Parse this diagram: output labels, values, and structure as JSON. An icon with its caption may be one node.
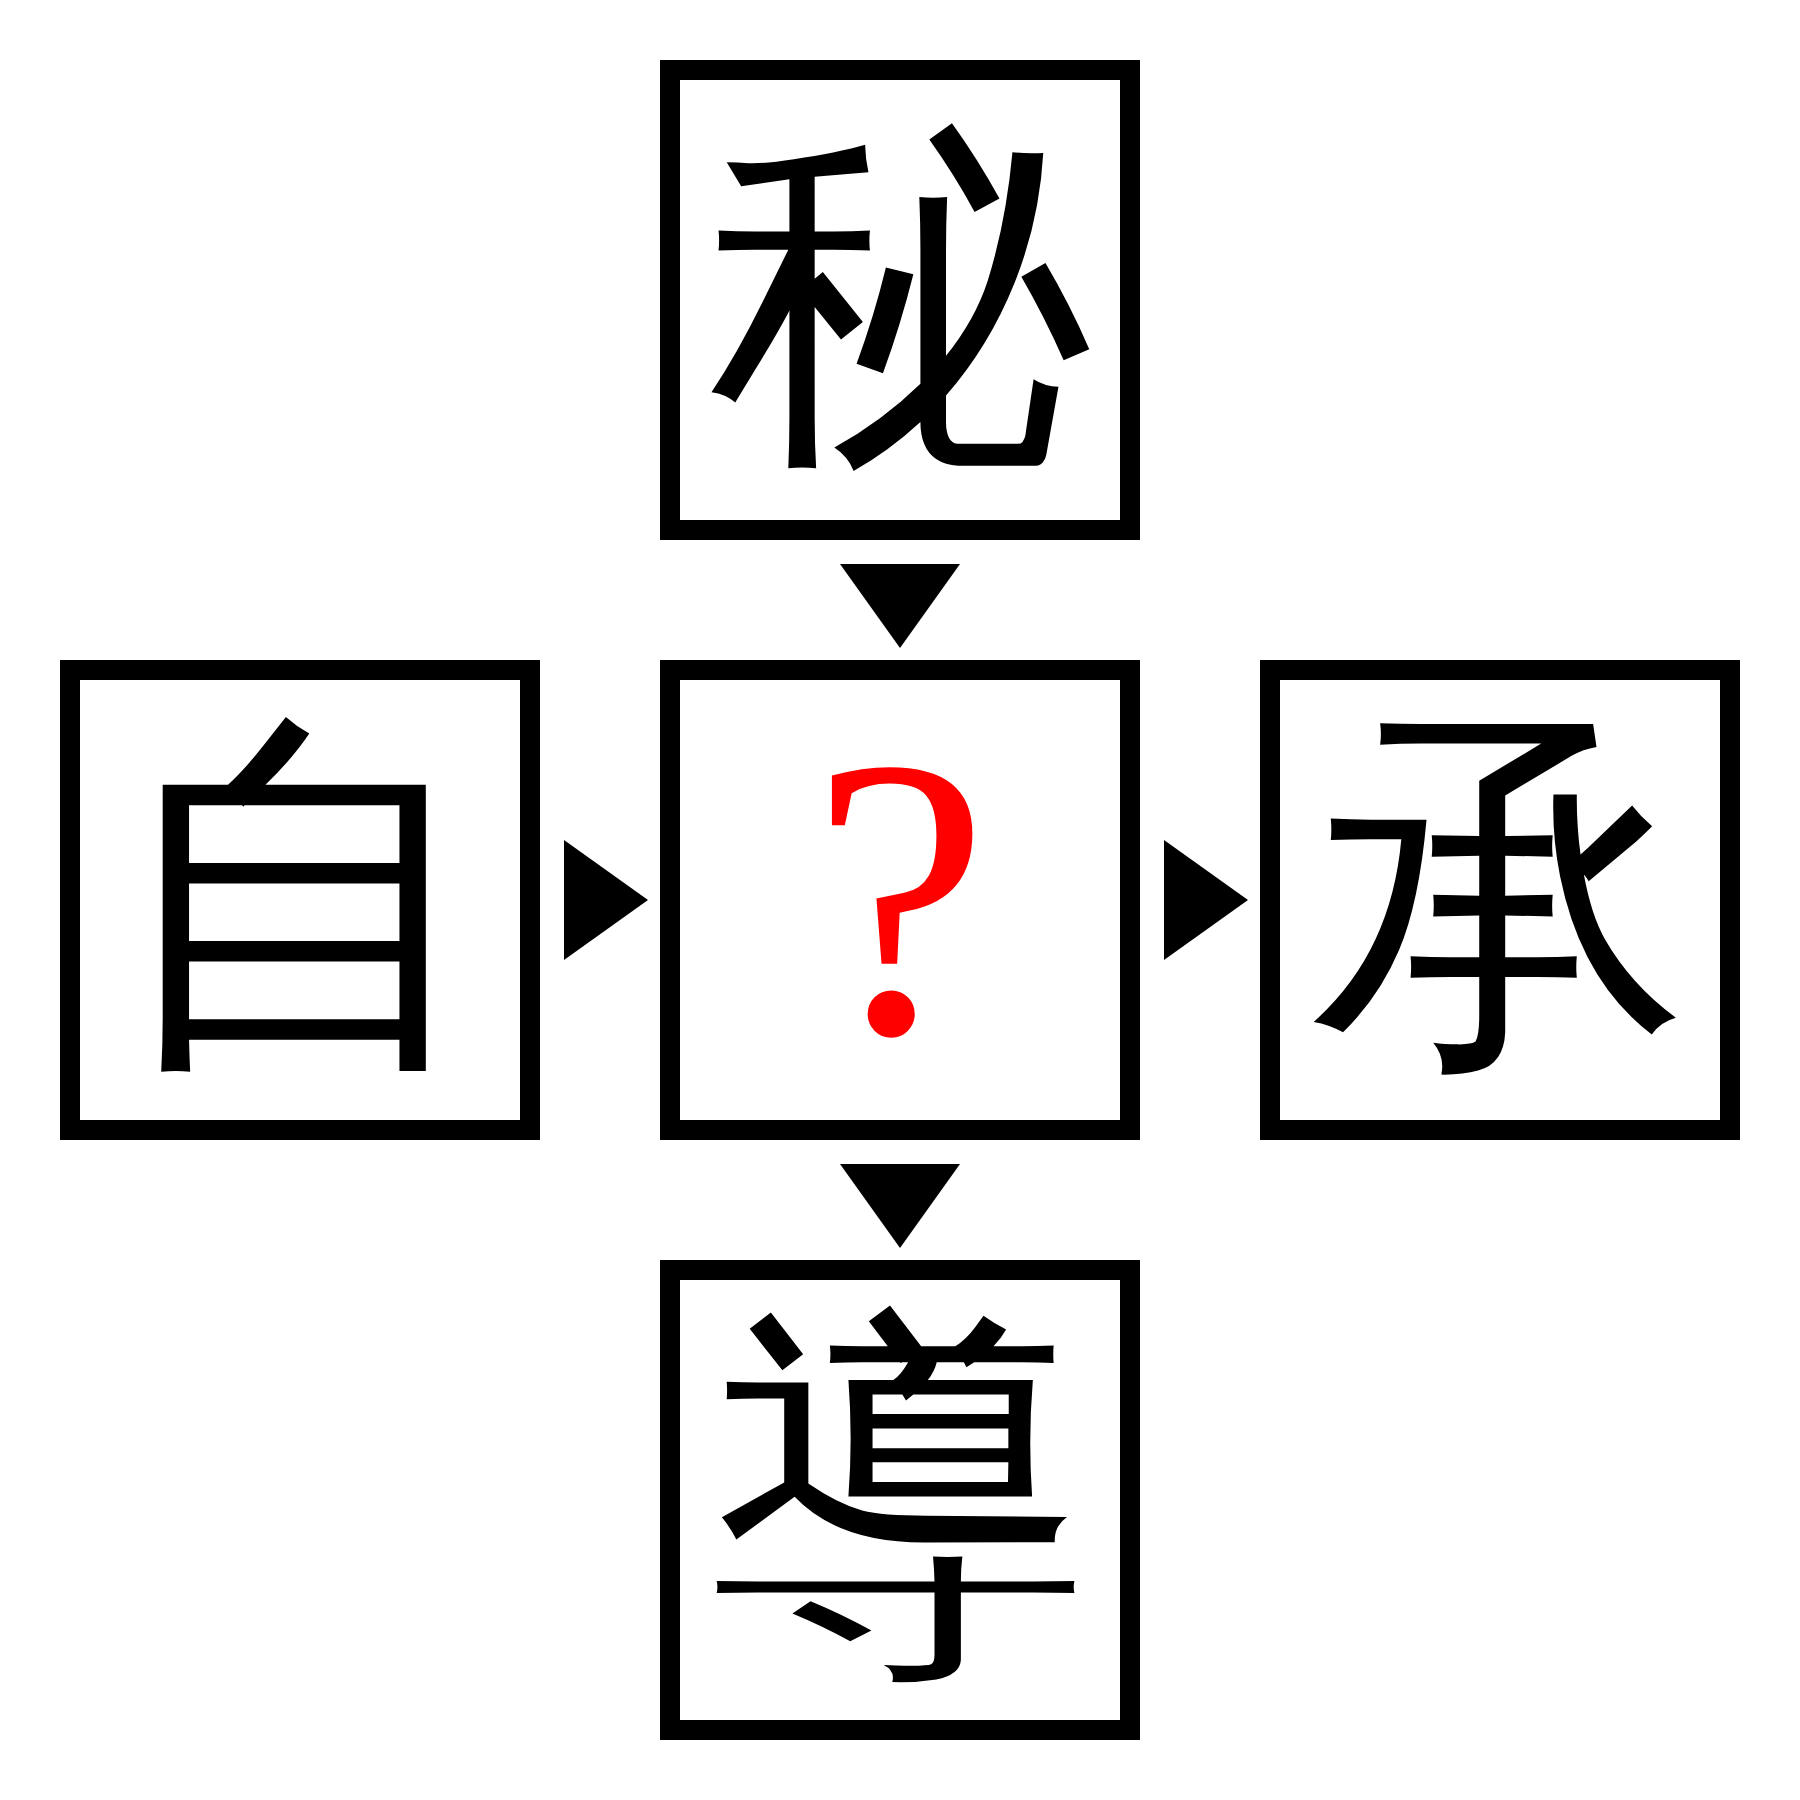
{
  "diagram": {
    "nodes": [
      {
        "text": [
          "秘"
        ]
      },
      {
        "text": [
          "自"
        ]
      },
      {
        "text": [
          "?"
        ]
      },
      {
        "text": [
          "承"
        ]
      },
      {
        "text": [
          "導"
        ]
      }
    ],
    "edges": [
      {
        "from": 0,
        "to": 2,
        "arrow": "to"
      },
      {
        "from": 1,
        "to": 2,
        "arrow": "to"
      },
      {
        "from": 2,
        "to": 3,
        "arrow": "to"
      },
      {
        "from": 2,
        "to": 4,
        "arrow": "to"
      }
    ]
  }
}
